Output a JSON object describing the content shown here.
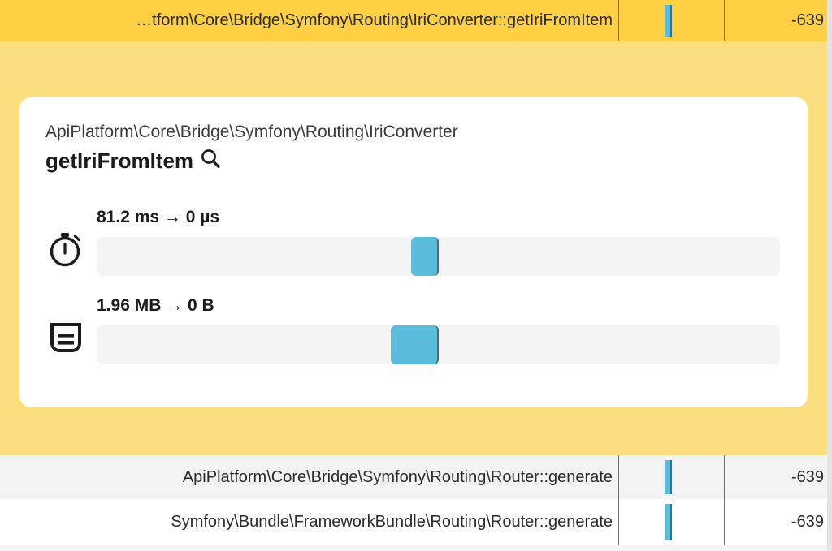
{
  "top_row": {
    "name": "…tform\\Core\\Bridge\\Symfony\\Routing\\IriConverter::getIriFromItem",
    "value": "-639",
    "bar_icon": "bar-sliver-icon"
  },
  "detail_card": {
    "class_name": "ApiPlatform\\Core\\Bridge\\Symfony\\Routing\\IriConverter",
    "method_name": "getIriFromItem",
    "search_icon": "search-icon",
    "metrics": [
      {
        "icon": "stopwatch-icon",
        "label": "81.2 ms → 0 µs",
        "from": "81.2 ms",
        "to": "0 µs",
        "fill_start_pct": 46.0,
        "fill_width_pct": 4.1
      },
      {
        "icon": "memory-icon",
        "label": "1.96 MB → 0 B",
        "from": "1.96 MB",
        "to": "0 B",
        "fill_start_pct": 43.0,
        "fill_width_pct": 7.1
      }
    ]
  },
  "child_rows": [
    {
      "name": "ApiPlatform\\Core\\Bridge\\Symfony\\Routing\\Router::generate",
      "value": "-639",
      "bar_icon": "bar-sliver-icon"
    },
    {
      "name": "Symfony\\Bundle\\FrameworkBundle\\Routing\\Router::generate",
      "value": "-639",
      "bar_icon": "bar-sliver-icon"
    }
  ],
  "colors": {
    "selected_row": "#ffd043",
    "detail_background": "#fbde7e",
    "card": "#ffffff",
    "accent_bar": "#5bbcdc",
    "bar_edge": "#4b6b78",
    "track": "#f4f4f4",
    "child_row_alt": "#f3f3f3"
  }
}
